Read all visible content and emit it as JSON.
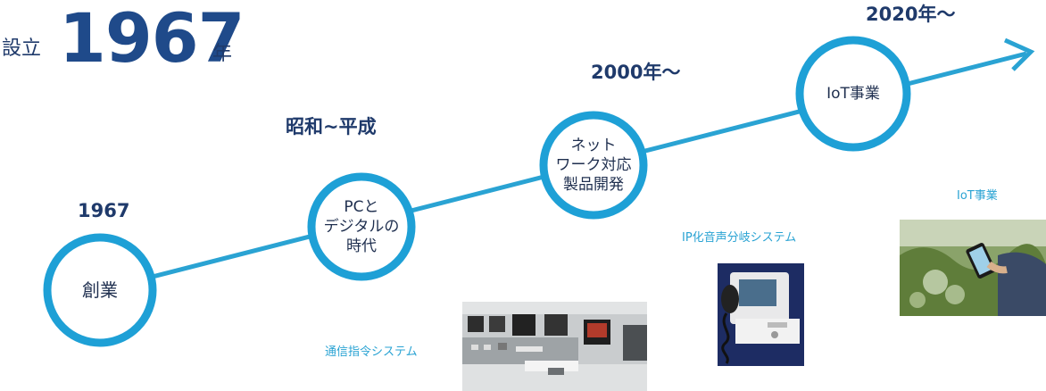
{
  "header": {
    "prefix": "設立",
    "year": "1967",
    "suffix": "年"
  },
  "eras": [
    {
      "id": "era-1967",
      "label": "1967"
    },
    {
      "id": "era-showa-heisei",
      "label": "昭和~平成"
    },
    {
      "id": "era-2000",
      "label": "2000年～"
    },
    {
      "id": "era-2020",
      "label": "2020年～"
    }
  ],
  "milestones": [
    {
      "id": "founding",
      "label": "創業"
    },
    {
      "id": "pc-digital",
      "label": "PCと\nデジタルの\n時代"
    },
    {
      "id": "network",
      "label": "ネット\nワーク対応\n製品開発"
    },
    {
      "id": "iot",
      "label": "IoT事業"
    }
  ],
  "products": [
    {
      "id": "dispatch",
      "caption": "通信指令システム"
    },
    {
      "id": "ip-audio",
      "caption": "IP化音声分岐システム"
    },
    {
      "id": "iot-business",
      "caption": "IoT事業"
    }
  ],
  "colors": {
    "line": "#2aa3d3",
    "circle": "#1ea0d6",
    "title": "#1f4a8a",
    "caption": "#2aa3d3"
  }
}
